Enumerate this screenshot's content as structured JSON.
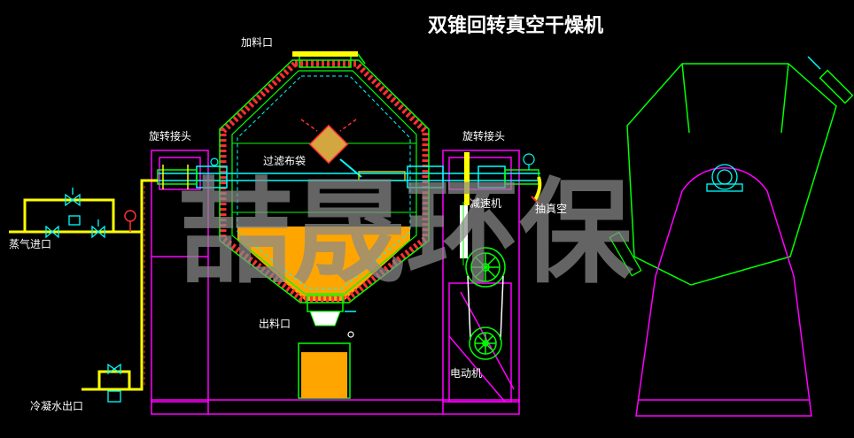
{
  "title": "双锥回转真空干燥机",
  "watermark": "喆晟环保",
  "labels": {
    "feed_inlet": "加料口",
    "rotary_joint_left": "旋转接头",
    "rotary_joint_right": "旋转接头",
    "filter_bag": "过滤布袋",
    "reducer": "减速机",
    "vacuum": "抽真空",
    "steam_inlet": "蒸气进口",
    "discharge": "出料口",
    "motor": "电动机",
    "condensate_outlet": "冷凝水出口"
  },
  "colors": {
    "background": "#000000",
    "frame": "#ff00ff",
    "vessel_outline": "#00ff00",
    "jacket": "#ff3030",
    "product": "#ffa500",
    "pipe": "#ffff00",
    "detail": "#00ffff",
    "label": "#ffffff",
    "watermark": "#8a8a8a"
  }
}
